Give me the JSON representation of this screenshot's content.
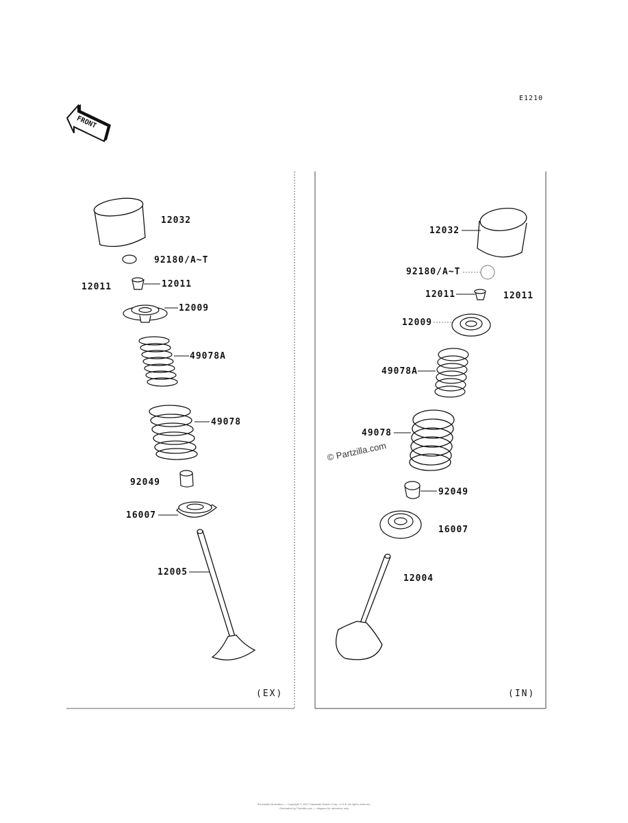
{
  "diagram_code": "E1210",
  "front_arrow": {
    "text": "FRONT"
  },
  "panels": {
    "exhaust": {
      "tag": "(EX)",
      "labels": {
        "lifter": "12032",
        "shim": "92180/A~T",
        "keeper_left": "12011",
        "keeper_right": "12011",
        "retainer": "12009",
        "inner_spring": "49078A",
        "outer_spring": "49078",
        "stem_seal": "92049",
        "spring_seat": "16007",
        "valve": "12005"
      }
    },
    "intake": {
      "tag": "(IN)",
      "labels": {
        "lifter": "12032",
        "shim": "92180/A~T",
        "keeper_left": "12011",
        "keeper_right": "12011",
        "retainer": "12009",
        "inner_spring": "49078A",
        "outer_spring": "49078",
        "stem_seal": "92049",
        "spring_seat": "16007",
        "valve": "12004"
      }
    }
  },
  "watermark": "© Partzilla.com",
  "footer": {
    "line1": "Schematic illustration — Copyright © 2007 Kawasaki Motors Corp., U.S.A. All rights reserved.",
    "line2": "Generated by Partzilla.com — diagram for reference only"
  }
}
